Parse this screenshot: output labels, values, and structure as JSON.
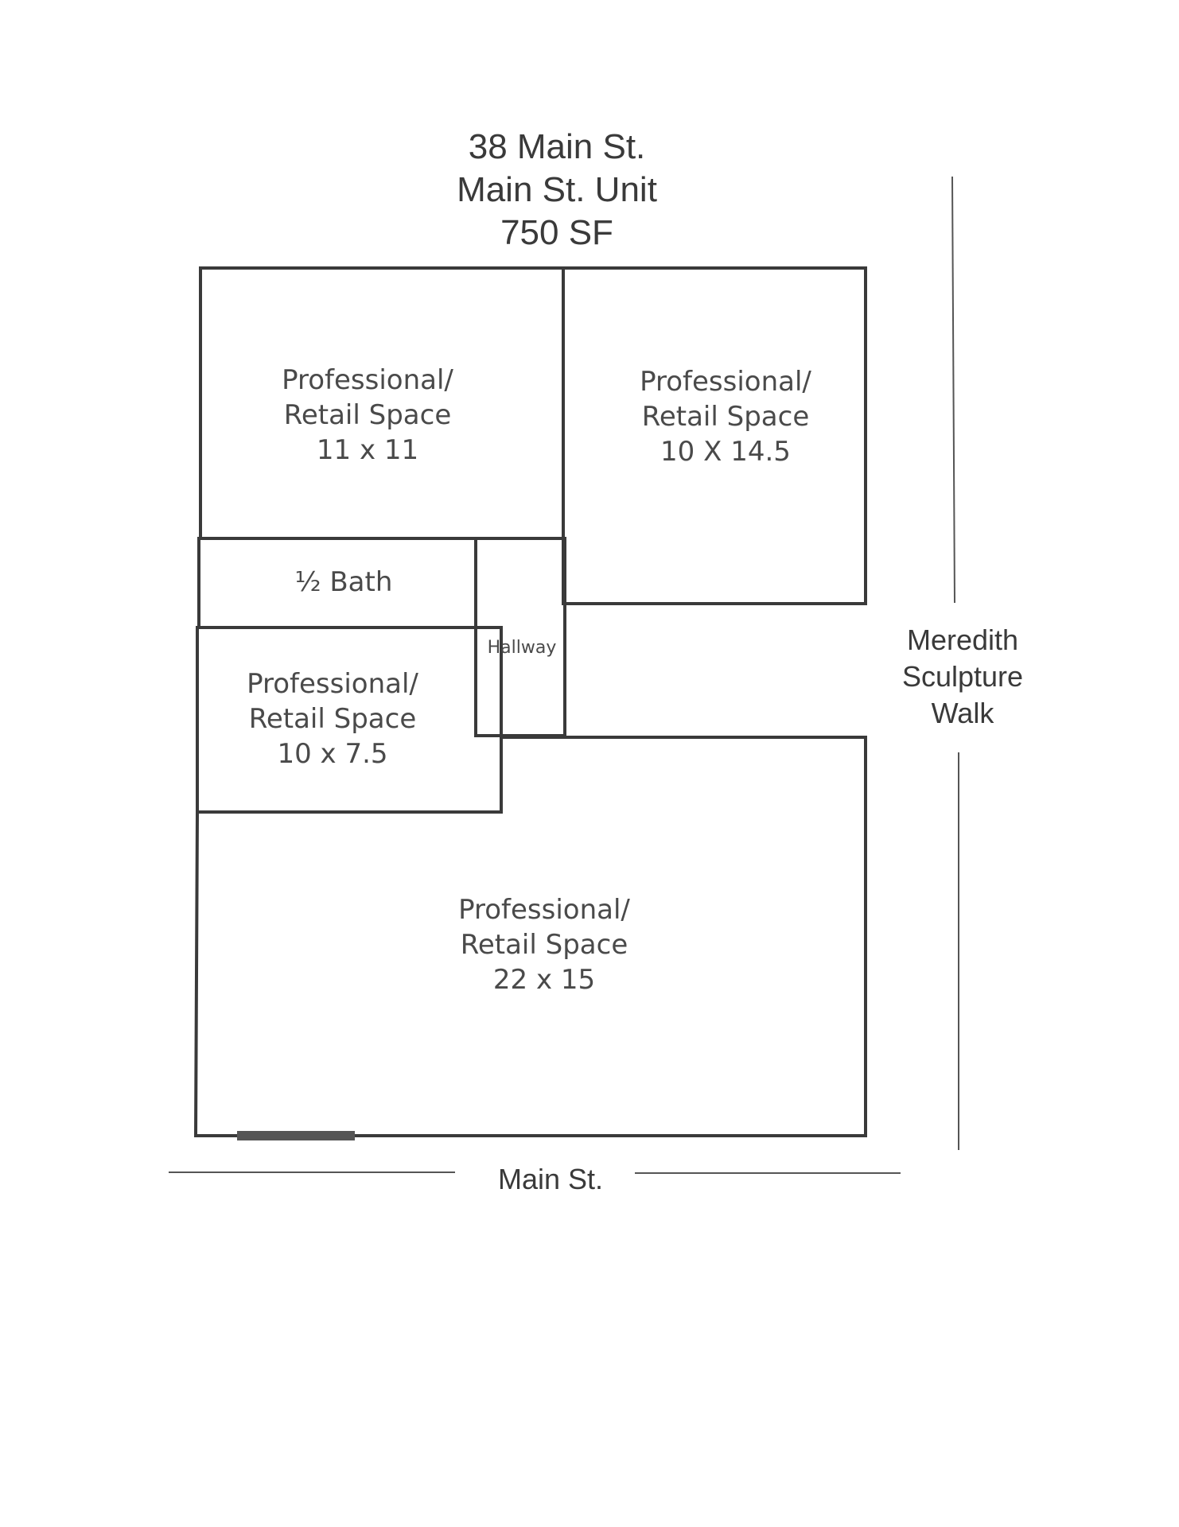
{
  "title": {
    "address": "38 Main St.",
    "unit": "Main St. Unit",
    "area": "750 SF"
  },
  "rooms": {
    "top_left": {
      "line1": "Professional/",
      "line2": "Retail Space",
      "size": "11 x 11"
    },
    "top_right": {
      "line1": "Professional/",
      "line2": "Retail Space",
      "size": "10 X 14.5"
    },
    "bath": {
      "label": "½ Bath"
    },
    "hallway": {
      "label": "Hallway"
    },
    "middle_left": {
      "line1": "Professional/",
      "line2": "Retail Space",
      "size": "10 x 7.5"
    },
    "bottom": {
      "line1": "Professional/",
      "line2": "Retail Space",
      "size": "22 x 15"
    }
  },
  "streets": {
    "east": {
      "line1": "Meredith",
      "line2": "Sculpture",
      "line3": "Walk"
    },
    "south": "Main St."
  }
}
